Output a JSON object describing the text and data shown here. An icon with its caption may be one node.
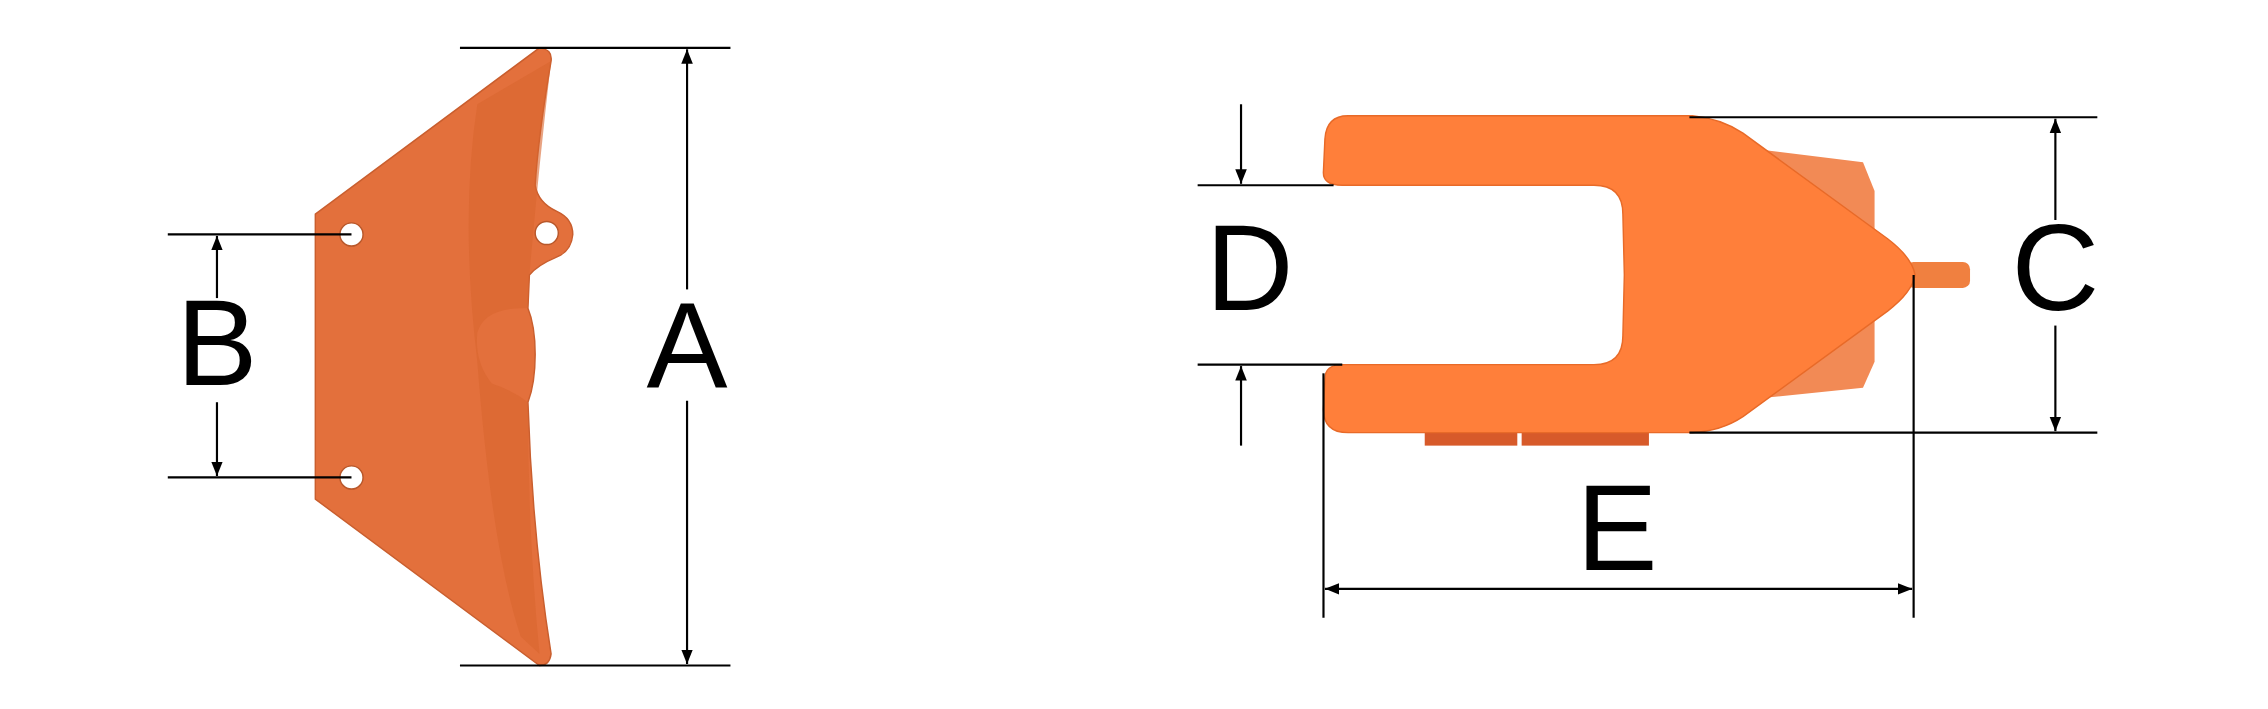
{
  "diagram": {
    "labels": [
      "B",
      "A",
      "D",
      "C",
      "E"
    ]
  }
}
